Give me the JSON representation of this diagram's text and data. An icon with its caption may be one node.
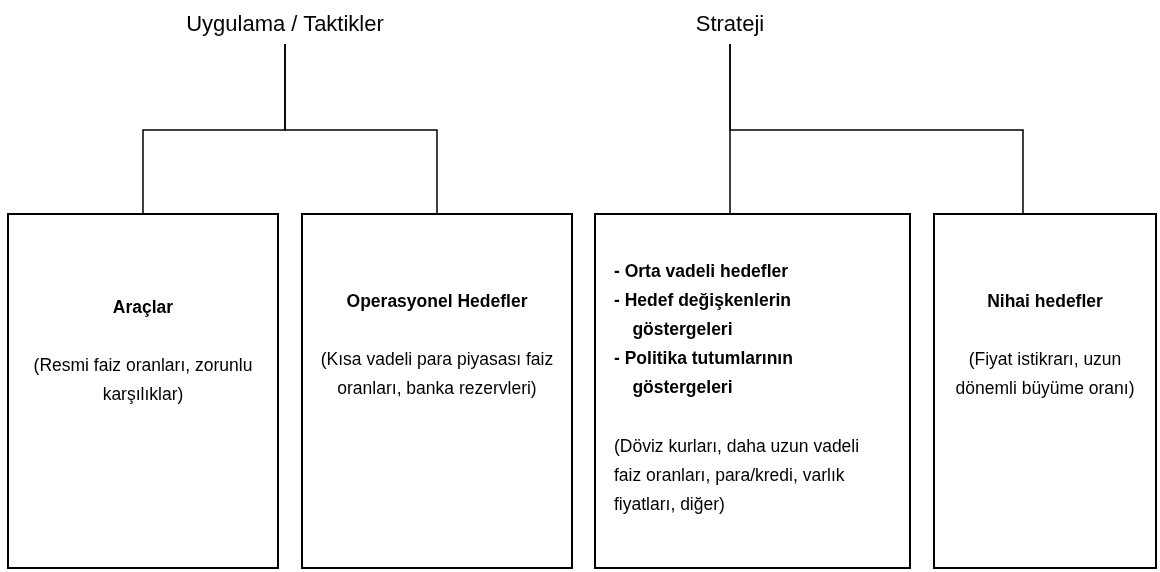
{
  "diagram": {
    "nodes": [
      {
        "text": [
          "Uygulama / Taktikler"
        ]
      },
      {
        "text": [
          "Araçlar",
          "(Resmi faiz oranları, zorunlu karşılıklar)"
        ]
      },
      {
        "text": [
          "Operasyonel Hedefler",
          "(Kısa vadeli para piyasası faiz oranları, banka rezervleri)"
        ]
      },
      {
        "text": [
          "Strateji"
        ]
      },
      {
        "text": [
          "- Orta vadeli hedefler",
          "- Hedef değişkenlerin göstergeleri",
          "- Politika tutumlarının göstergeleri",
          "(Döviz kurları, daha uzun vadeli faiz oranları, para/kredi, varlık fiyatları, diğer)"
        ]
      },
      {
        "text": [
          "Nihai hedefler",
          "(Fiyat istikrarı, uzun dönemli büyüme oranı)"
        ]
      }
    ],
    "edges": [
      {
        "from": 0,
        "to": 1,
        "arrow": "none"
      },
      {
        "from": 0,
        "to": 2,
        "arrow": "none"
      },
      {
        "from": 3,
        "to": 4,
        "arrow": "none"
      },
      {
        "from": 3,
        "to": 5,
        "arrow": "none"
      }
    ]
  }
}
